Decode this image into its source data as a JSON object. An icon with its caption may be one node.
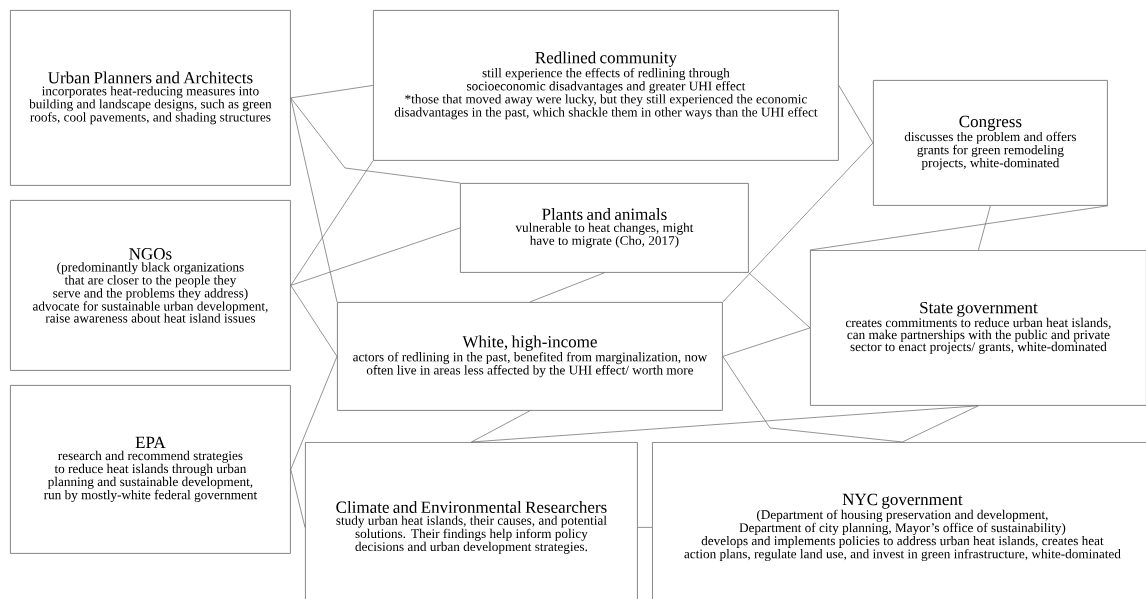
{
  "diagram": {
    "nodes": [
      {
        "text": [
          "Urban Planners and Architects",
          "incorporates heat-reducing measures into building and landscape designs, such as green roofs, cool pavements, and shading structures"
        ]
      },
      {
        "text": [
          "Redlined community",
          "still experience the effects of redlining through socioeconomic disadvantages and greater UHI effect",
          "*those that moved away were lucky, but they still experienced the economic disadvantages in the past, which shackle them in other ways than the UHI effect"
        ]
      },
      {
        "text": [
          "Congress",
          "discusses the problem and offers grants for green remodeling projects, white-dominated"
        ]
      },
      {
        "text": [
          "NGOs",
          "(predominantly black organizations that are closer to the people they serve and the problems they address)",
          "advocate for sustainable urban development, raise awareness about heat island issues"
        ]
      },
      {
        "text": [
          "Plants and animals",
          "vulnerable to heat changes, might have to migrate (Cho, 2017)"
        ]
      },
      {
        "text": [
          "State government",
          "creates commitments to reduce urban heat islands, can make partnerships with the public and private sector to enact projects/ grants, white-dominated"
        ]
      },
      {
        "text": [
          "White, high-income",
          "actors of redlining in the past, benefited from marginalization, now often live in areas less affected by the UHI effect/ worth more"
        ]
      },
      {
        "text": [
          "EPA",
          "research and recommend strategies to reduce heat islands through urban planning and sustainable development, run by mostly-white federal government"
        ]
      },
      {
        "text": [
          "Climate and Environmental Researchers",
          "study urban heat islands, their causes, and potential solutions. Their findings help inform policy decisions and urban development strategies."
        ]
      },
      {
        "text": [
          "NYC government",
          "(Department of housing preservation and development, Department of city planning, Mayor’s office of sustainability)",
          "develops and implements policies to address urban heat islands, creates heat action plans, regulate land use, and invest in green infrastructure, white-dominated"
        ]
      }
    ],
    "edges": [
      {
        "from": 0,
        "to": 1,
        "arrow": "none"
      },
      {
        "from": 0,
        "to": 4,
        "arrow": "none"
      },
      {
        "from": 0,
        "to": 6,
        "arrow": "none"
      },
      {
        "from": 3,
        "to": 1,
        "arrow": "none"
      },
      {
        "from": 3,
        "to": 4,
        "arrow": "none"
      },
      {
        "from": 3,
        "to": 6,
        "arrow": "none"
      },
      {
        "from": 7,
        "to": 6,
        "arrow": "none"
      },
      {
        "from": 7,
        "to": 8,
        "arrow": "none"
      },
      {
        "from": 1,
        "to": 2,
        "arrow": "none"
      },
      {
        "from": 4,
        "to": 6,
        "arrow": "none"
      },
      {
        "from": 4,
        "to": 5,
        "arrow": "none"
      },
      {
        "from": 2,
        "to": 5,
        "arrow": "none"
      },
      {
        "from": 2,
        "to": 5,
        "arrow": "none"
      },
      {
        "from": 2,
        "to": 6,
        "arrow": "none"
      },
      {
        "from": 6,
        "to": 5,
        "arrow": "none"
      },
      {
        "from": 6,
        "to": 9,
        "arrow": "none"
      },
      {
        "from": 6,
        "to": 8,
        "arrow": "none"
      },
      {
        "from": 5,
        "to": 8,
        "arrow": "none"
      },
      {
        "from": 5,
        "to": 9,
        "arrow": "none"
      },
      {
        "from": 8,
        "to": 9,
        "arrow": "none"
      }
    ]
  }
}
